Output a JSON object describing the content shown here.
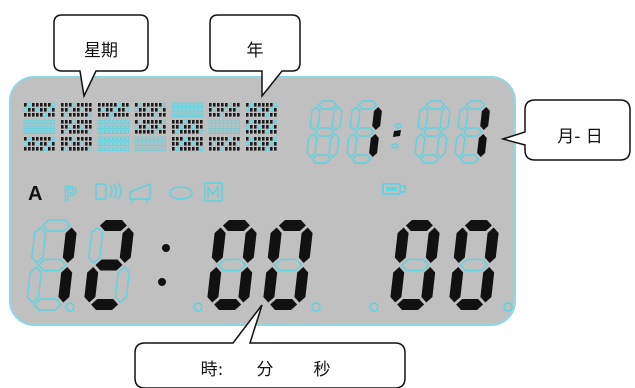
{
  "callouts": {
    "weekday_label": "星期",
    "year_label": "年",
    "month_day_label": "月- 日",
    "hour_label": "時:",
    "minute_label": "分",
    "second_label": "秒"
  },
  "lcd": {
    "indicator_a": "A",
    "indicator_p": "P",
    "date_digits": [
      "",
      "1",
      "",
      "1"
    ],
    "time_digits": [
      "1",
      "2",
      "0",
      "0",
      "0",
      "0"
    ],
    "colors": {
      "panel": "#c0c0c0",
      "panel_border": "#8fd8e3",
      "segment_off": "#5fd3e0",
      "segment_on": "#111111",
      "matrix_on": "#1a1a1a"
    }
  }
}
